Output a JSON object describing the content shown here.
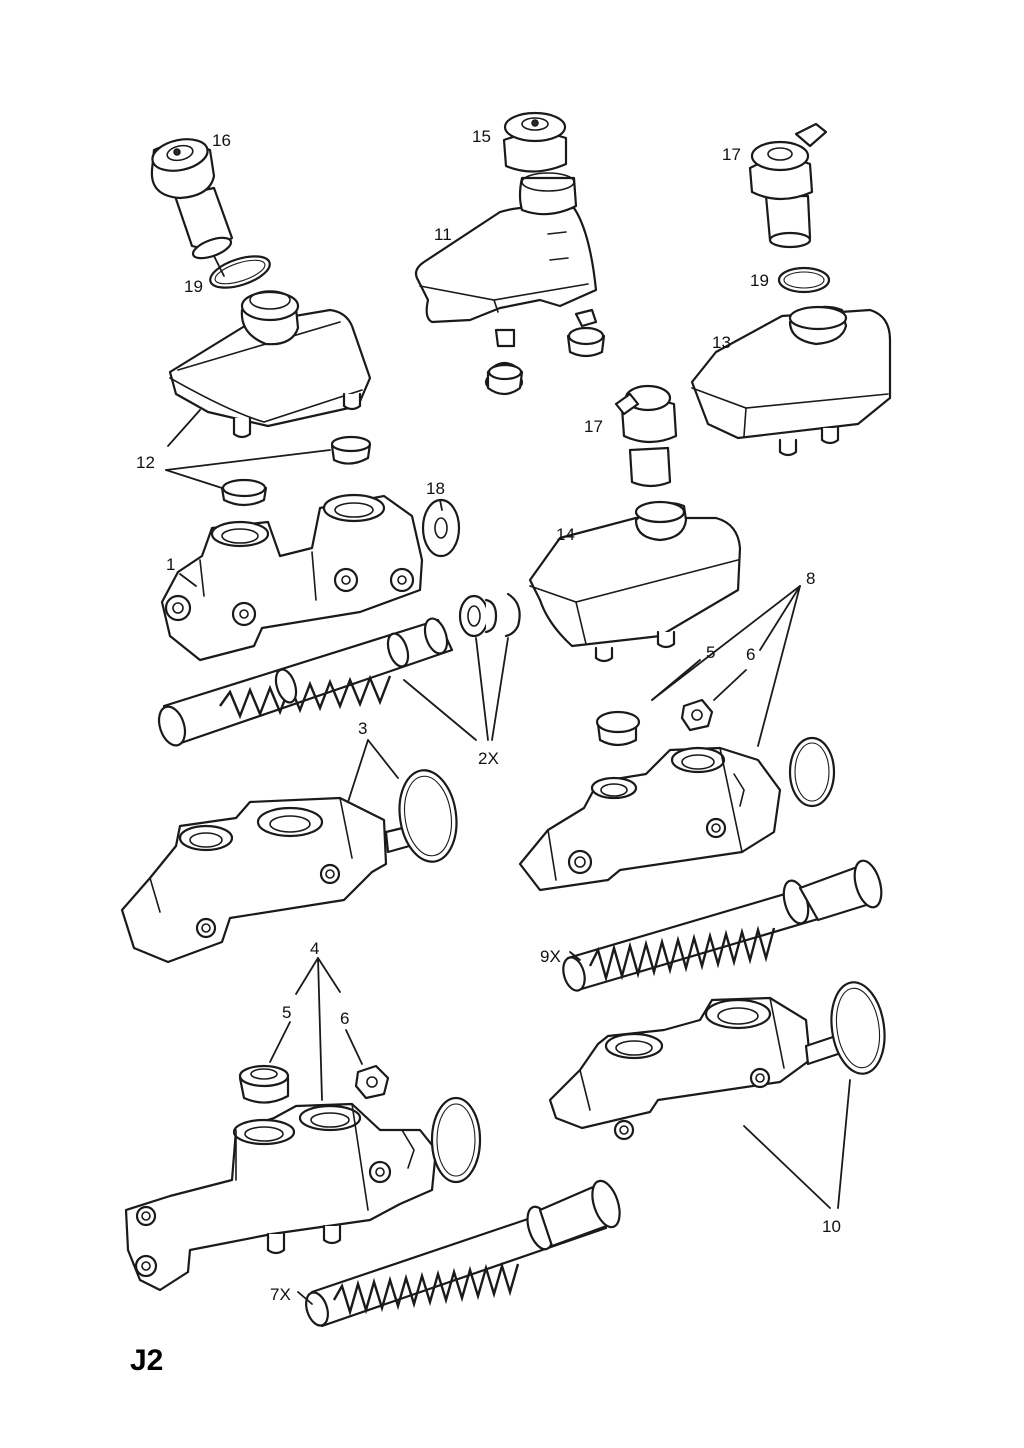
{
  "sheet_label": "J2",
  "callouts": {
    "c16": "16",
    "c15": "15",
    "c17a": "17",
    "c11": "11",
    "c19a": "19",
    "c19b": "19",
    "c13": "13",
    "c17b": "17",
    "c12": "12",
    "c18": "18",
    "c14": "14",
    "c1": "1",
    "c8": "8",
    "c5a": "5",
    "c6a": "6",
    "c2x": "2X",
    "c3": "3",
    "c9x": "9X",
    "c4": "4",
    "c5b": "5",
    "c6b": "6",
    "c10": "10",
    "c7x": "7X"
  }
}
